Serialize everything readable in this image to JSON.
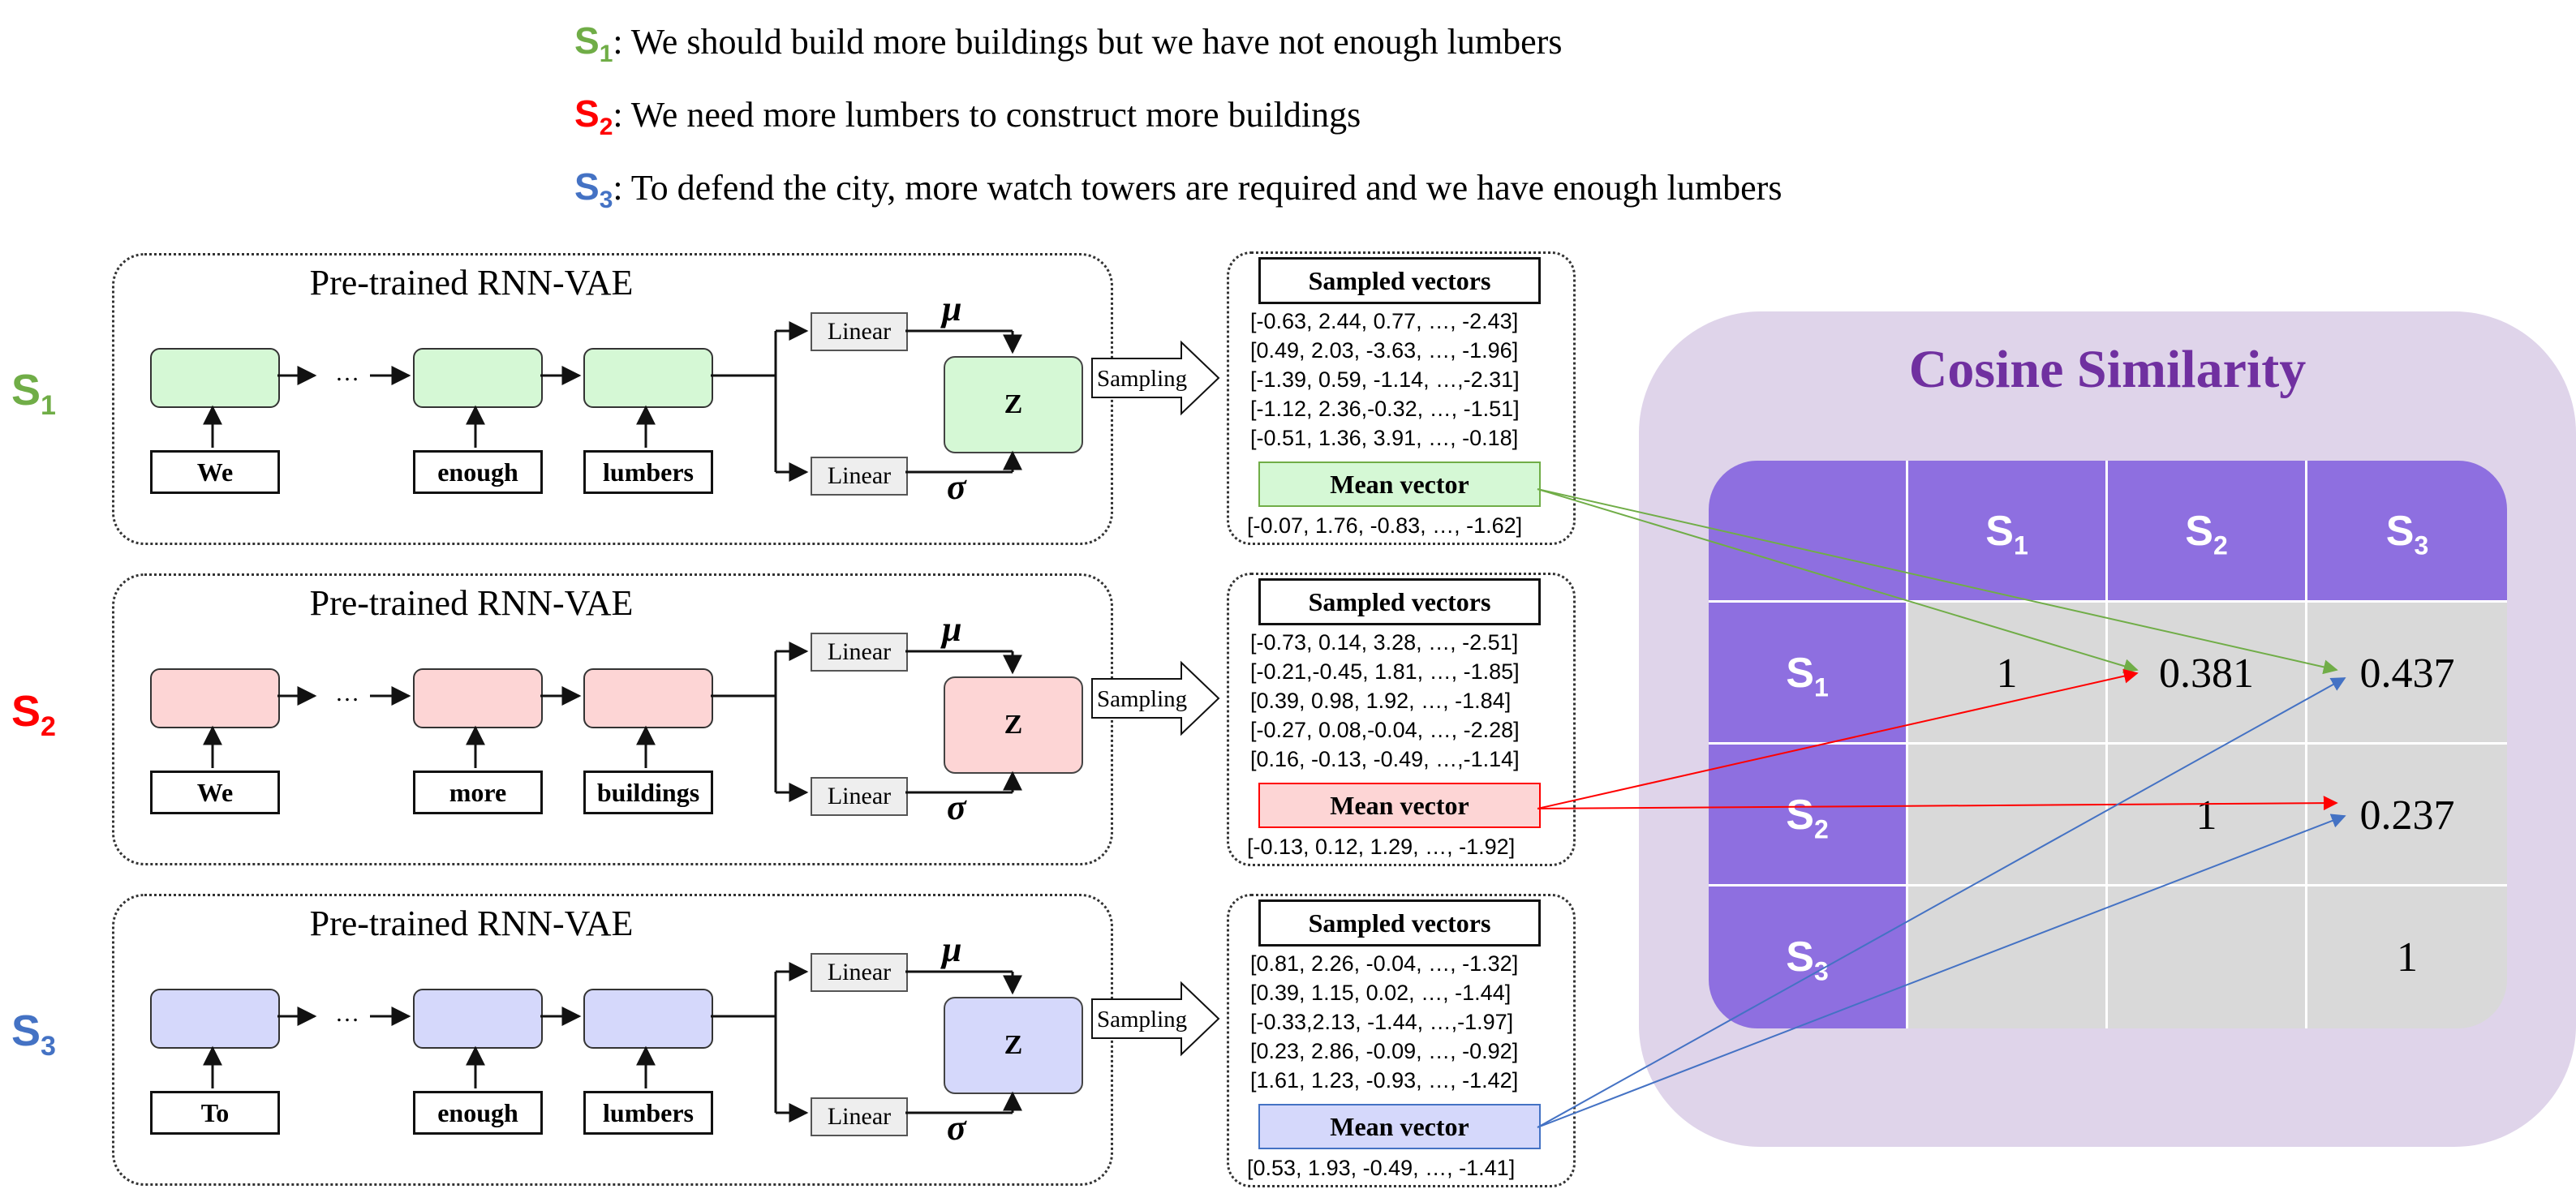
{
  "sentences": [
    {
      "tag": "S",
      "sub": "1",
      "color": "#70ad47",
      "text": ": We should build more buildings but we have not enough lumbers"
    },
    {
      "tag": "S",
      "sub": "2",
      "color": "#ff0000",
      "text": ": We need more lumbers to construct more buildings"
    },
    {
      "tag": "S",
      "sub": "3",
      "color": "#4472c4",
      "text": ": To defend the city, more watch towers are required and we have enough lumbers"
    }
  ],
  "rows": [
    {
      "label": "S",
      "label_sub": "1",
      "label_color": "#70ad47",
      "panel_title": "Pre-trained  RNN-VAE",
      "cell_color": "#d5f8d5",
      "words": [
        "We",
        "enough",
        "lumbers"
      ],
      "dots": "…",
      "linear_top": "Linear",
      "linear_bottom": "Linear",
      "mu": "μ",
      "sigma": "σ",
      "z": "Z",
      "sampling": "Sampling",
      "sampled_title": "Sampled vectors",
      "sampled": [
        "[-0.63, 2.44, 0.77, …, -2.43]",
        "[0.49, 2.03, -3.63, …, -1.96]",
        "[-1.39, 0.59, -1.14, …,-2.31]",
        "[-1.12, 2.36,-0.32, …, -1.51]",
        "[-0.51, 1.36, 3.91, …, -0.18]"
      ],
      "mean_title": "Mean vector",
      "mean_color": "#d5f8d5",
      "mean_border": "#70ad47",
      "mean": "[-0.07, 1.76, -0.83, …, -1.62]"
    },
    {
      "label": "S",
      "label_sub": "2",
      "label_color": "#ff0000",
      "panel_title": "Pre-trained  RNN-VAE",
      "cell_color": "#fdd5d5",
      "words": [
        "We",
        "more",
        "buildings"
      ],
      "dots": "…",
      "linear_top": "Linear",
      "linear_bottom": "Linear",
      "mu": "μ",
      "sigma": "σ",
      "z": "Z",
      "sampling": "Sampling",
      "sampled_title": "Sampled vectors",
      "sampled": [
        "[-0.73, 0.14, 3.28, …, -2.51]",
        "[-0.21,-0.45, 1.81, …, -1.85]",
        "[0.39,  0.98, 1.92, …, -1.84]",
        "[-0.27, 0.08,-0.04, …, -2.28]",
        "[0.16, -0.13, -0.49, …,-1.14]"
      ],
      "mean_title": "Mean vector",
      "mean_color": "#fdd5d5",
      "mean_border": "#ff0000",
      "mean": "[-0.13, 0.12, 1.29, …, -1.92]"
    },
    {
      "label": "S",
      "label_sub": "3",
      "label_color": "#4472c4",
      "panel_title": "Pre-trained RNN-VAE",
      "cell_color": "#d5d8fb",
      "words": [
        "To",
        "enough",
        "lumbers"
      ],
      "dots": "…",
      "linear_top": "Linear",
      "linear_bottom": "Linear",
      "mu": "μ",
      "sigma": "σ",
      "z": "Z",
      "sampling": "Sampling",
      "sampled_title": "Sampled vectors",
      "sampled": [
        "[0.81, 2.26, -0.04, …, -1.32]",
        "[0.39, 1.15,  0.02, …, -1.44]",
        "[-0.33,2.13, -1.44, …,-1.97]",
        "[0.23, 2.86, -0.09, …, -0.92]",
        "[1.61, 1.23, -0.93, …, -1.42]"
      ],
      "mean_title": "Mean vector",
      "mean_color": "#d5d8fb",
      "mean_border": "#4472c4",
      "mean": "[0.53, 1.93, -0.49, …, -1.41]"
    }
  ],
  "similarity": {
    "title": "Cosine Similarity",
    "header": [
      {
        "tag": "S",
        "sub": "1"
      },
      {
        "tag": "S",
        "sub": "2"
      },
      {
        "tag": "S",
        "sub": "3"
      }
    ],
    "values": [
      [
        "1",
        "0.381",
        "0.437"
      ],
      [
        "",
        "1",
        "0.237"
      ],
      [
        "",
        "",
        "1"
      ]
    ]
  }
}
